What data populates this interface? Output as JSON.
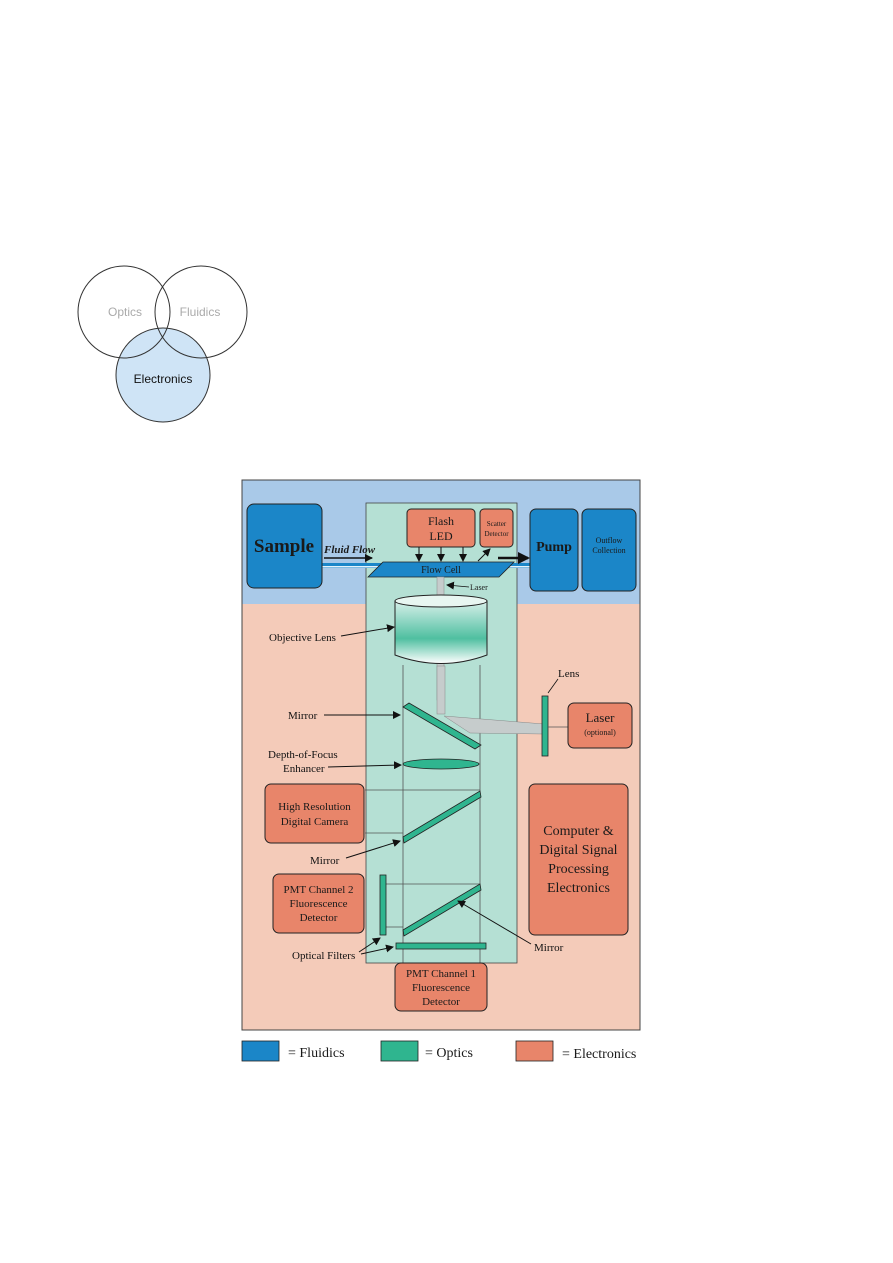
{
  "venn": {
    "optics": "Optics",
    "fluidics": "Fluidics",
    "electronics": "Electronics"
  },
  "diagram": {
    "sample": "Sample",
    "fluid_flow": "Fluid Flow",
    "flash_led_1": "Flash",
    "flash_led_2": "LED",
    "scatter_1": "Scatter",
    "scatter_2": "Detector",
    "flow_cell": "Flow Cell",
    "laser_small": "Laser",
    "pump": "Pump",
    "outflow_1": "Outflow",
    "outflow_2": "Collection",
    "objective_lens": "Objective Lens",
    "lens": "Lens",
    "mirror_top": "Mirror",
    "laser": "Laser",
    "laser_optional": "(optional)",
    "dof_1": "Depth-of-Focus",
    "dof_2": "Enhancer",
    "camera_1": "High Resolution",
    "camera_2": "Digital Camera",
    "mirror_mid": "Mirror",
    "computer_1": "Computer &",
    "computer_2": "Digital Signal",
    "computer_3": "Processing",
    "computer_4": "Electronics",
    "pmt2_1": "PMT Channel 2",
    "pmt2_2": "Fluorescence",
    "pmt2_3": "Detector",
    "optical_filters": "Optical Filters",
    "mirror_bottom": "Mirror",
    "pmt1_1": "PMT Channel 1",
    "pmt1_2": "Fluorescence",
    "pmt1_3": "Detector"
  },
  "legend": {
    "fluidics": "= Fluidics",
    "optics": "= Optics",
    "electronics": "= Electronics"
  },
  "colors": {
    "fluidics": "#1b86c8",
    "fluidics_bg": "#a9c9e8",
    "optics": "#2fb58f",
    "optics_bg": "#b5e0d4",
    "electronics": "#e8856a",
    "electronics_bg": "#f4cbb9"
  }
}
